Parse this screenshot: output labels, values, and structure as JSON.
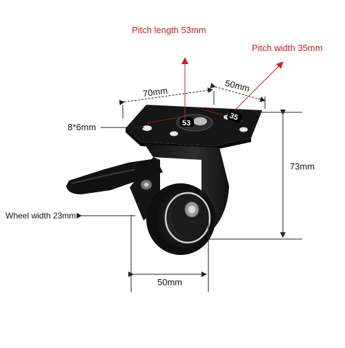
{
  "labels": {
    "pitch_length": "Pitch length 53mm",
    "pitch_width": "Pitch width 35mm",
    "plate_length": "70mm",
    "plate_width": "50mm",
    "bolt_hole": "8*6mm",
    "height": "73mm",
    "wheel_width": "Wheel width 23mm",
    "wheel_diameter": "50mm",
    "plate_mark_53": "53",
    "plate_mark_35": "35"
  },
  "colors": {
    "annotation_red": "#d11c1c",
    "dimension_line": "#222222",
    "caster_body": "#1a1a1a"
  }
}
